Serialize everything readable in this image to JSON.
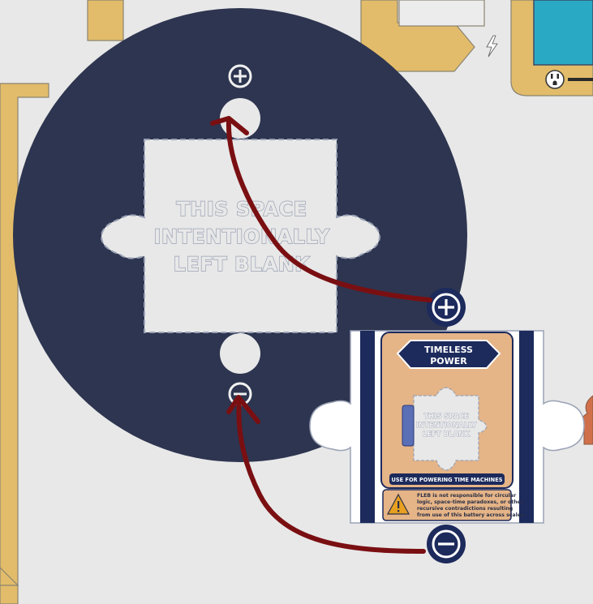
{
  "board": {
    "large_slot": {
      "placeholder_lines": [
        "THIS SPACE",
        "INTENTIONALLY",
        "LEFT BLANK"
      ],
      "top_terminal": "+",
      "bottom_terminal": "−"
    },
    "outlet_icon": "power-outlet-icon",
    "bolt_icon": "lightning-bolt-icon"
  },
  "battery_card": {
    "title_lines": [
      "TIMELESS",
      "POWER"
    ],
    "placeholder_lines": [
      "THIS SPACE",
      "INTENTIONALLY",
      "LEFT BLANK"
    ],
    "footer": "USE FOR POWERING TIME MACHINES",
    "warning_lines": [
      "FLEB is not responsible for circular",
      "logic, space-time paradoxes, or other",
      "recursive contradictions resulting",
      "from use of this battery across scales."
    ],
    "positive_terminal": "+",
    "negative_terminal": "−"
  },
  "colors": {
    "background": "#e8e8e8",
    "wire_gold": "#e2bc6a",
    "navy": "#2d3550",
    "card_peach": "#e5b487",
    "card_navy": "#1c2a5c",
    "arrow_red": "#7a0f12",
    "screen_teal": "#2aa9c4"
  }
}
